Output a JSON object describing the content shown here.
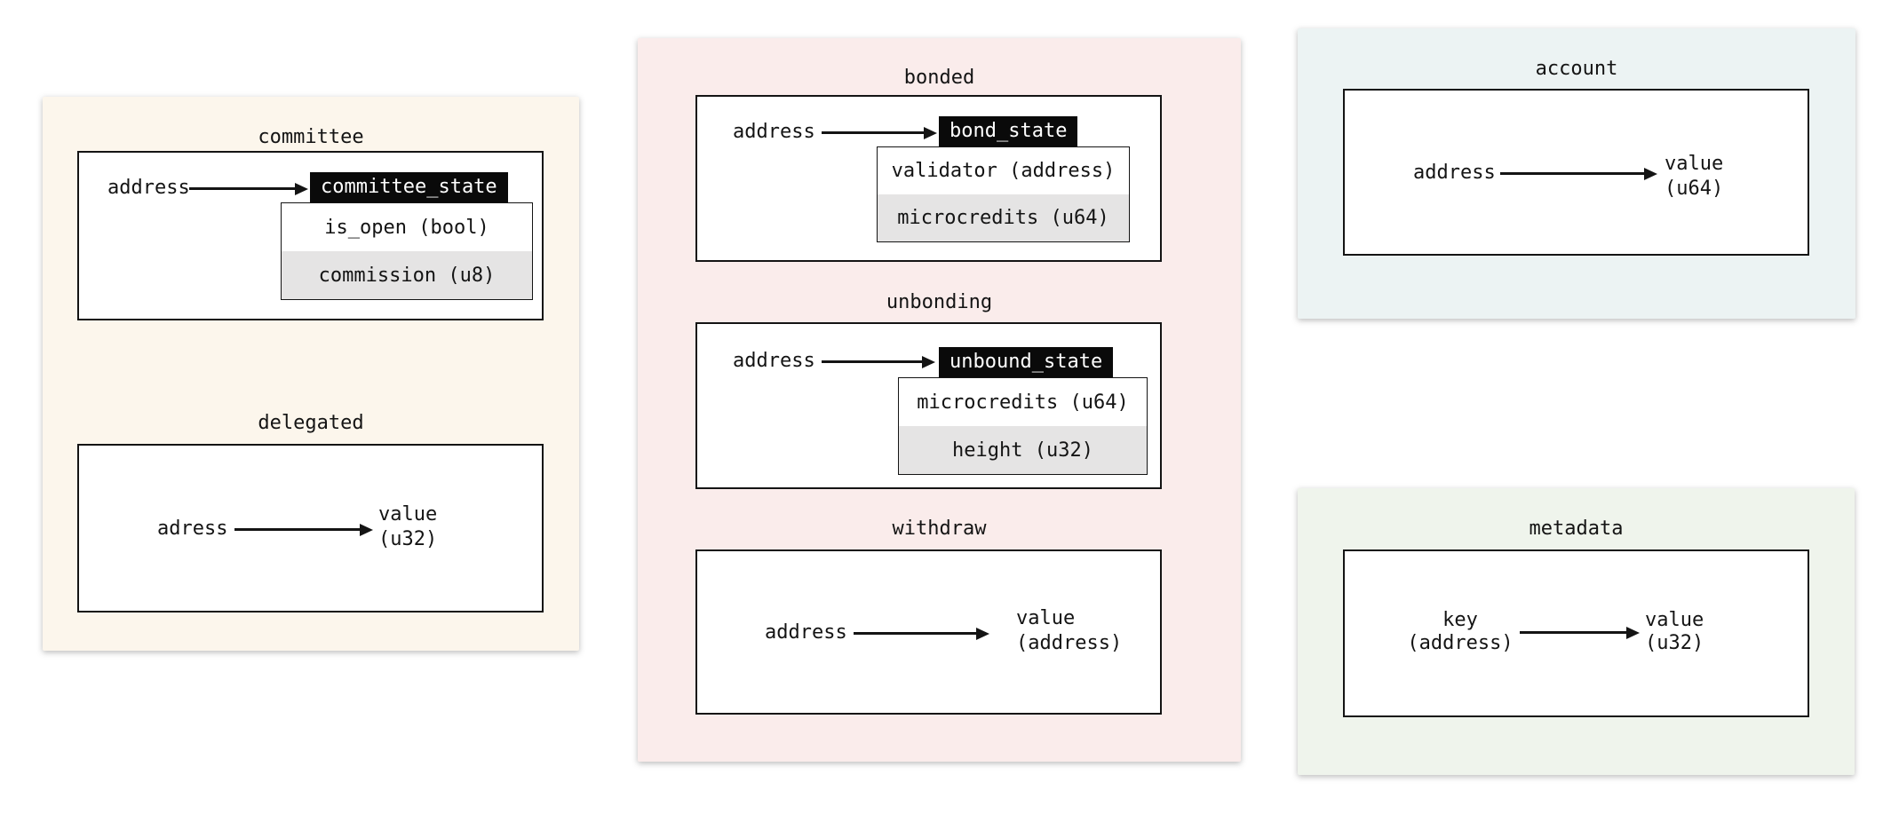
{
  "colors": {
    "page_bg": "#ffffff",
    "committee_panel_bg": "#fcf6ec",
    "bonding_panel_bg": "#faeceb",
    "account_panel_bg": "#ecf3f3",
    "metadata_panel_bg": "#eff4ec",
    "state_badge_bg": "#0a0a0a",
    "state_badge_text": "#ffffff",
    "field_row_alt_bg": "#e5e4e4",
    "box_border": "#141414",
    "text": "#141414"
  },
  "mappings": {
    "committee": {
      "title": "committee",
      "key": "address",
      "state_label": "committee_state",
      "fields": [
        "is_open (bool)",
        "commission (u8)"
      ]
    },
    "delegated": {
      "title": "delegated",
      "key": "adress",
      "value_lines": [
        "value",
        "(u32)"
      ]
    },
    "bonded": {
      "title": "bonded",
      "key": "address",
      "state_label": "bond_state",
      "fields": [
        "validator (address)",
        "microcredits (u64)"
      ]
    },
    "unbonding": {
      "title": "unbonding",
      "key": "address",
      "state_label": "unbound_state",
      "fields": [
        "microcredits (u64)",
        "height (u32)"
      ]
    },
    "withdraw": {
      "title": "withdraw",
      "key": "address",
      "value_lines": [
        "value",
        "(address)"
      ]
    },
    "account": {
      "title": "account",
      "key": "address",
      "value_lines": [
        "value",
        "(u64)"
      ]
    },
    "metadata": {
      "title": "metadata",
      "key_lines": [
        "key",
        "(address)"
      ],
      "value_lines": [
        "value",
        "(u32)"
      ]
    }
  }
}
